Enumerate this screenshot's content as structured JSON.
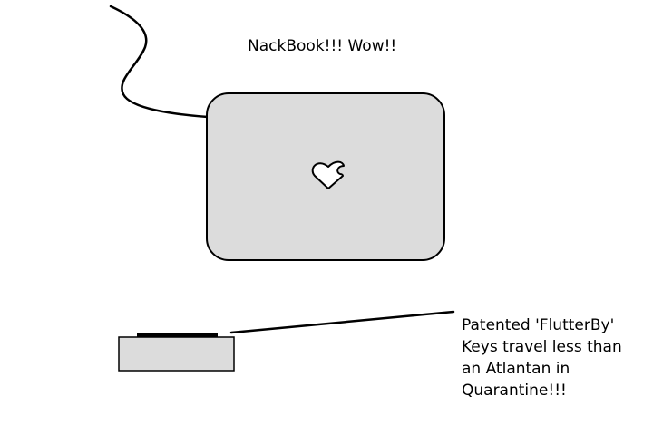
{
  "title": "NackBook!!! Wow!!",
  "caption": {
    "lines": [
      "Patented 'FlutterBy'",
      "Keys travel less than",
      "an Atlantan in",
      "Quarantine!!!"
    ]
  },
  "colors": {
    "background": "#ffffff",
    "laptop_fill": "#dcdcdc",
    "stroke": "#000000"
  },
  "icons": {
    "logo": "bitten-heart-icon"
  }
}
